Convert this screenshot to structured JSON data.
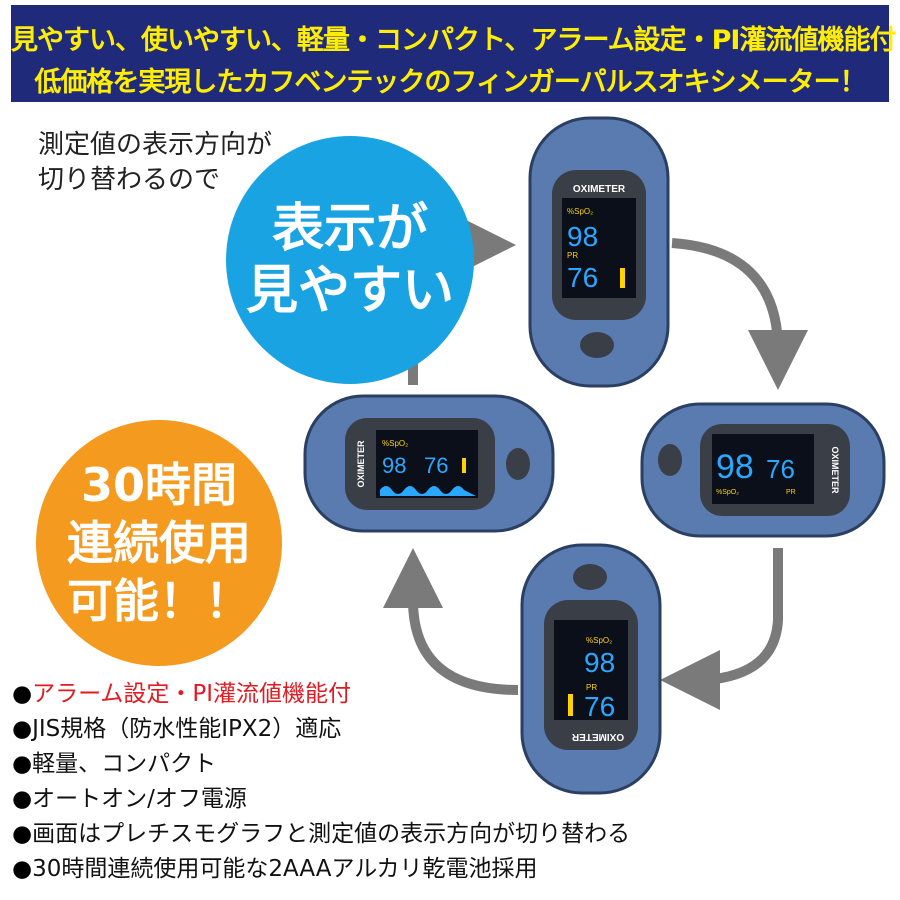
{
  "banner": {
    "line1": "見やすい、使いやすい、軽量・コンパクト、アラーム設定・PI灌流値機能付！",
    "line2": "低価格を実現したカフベンテックのフィンガーパルスオキシメーター！"
  },
  "note": {
    "line1": "測定値の表示方向が",
    "line2": "切り替わるので"
  },
  "badge_visibility": {
    "line1": "表示が",
    "line2": "見やすい"
  },
  "badge_battery": {
    "line1": "30時間",
    "line2": "連続使用",
    "line3": "可能！！"
  },
  "device": {
    "brand": "OXIMETER",
    "spo2_label": "%SpO₂",
    "pr_label": "PR",
    "spo2_value": "98",
    "pr_value": "76"
  },
  "features": {
    "bullet": "●",
    "items": [
      "アラーム設定・PI灌流値機能付",
      "JIS規格（防水性能IPX2）適応",
      "軽量、コンパクト",
      "オートオン/オフ電源",
      "画面はプレチスモグラフと測定値の表示方向が切り替わる",
      "30時間連続使用可能な2AAAアルカリ乾電池採用"
    ]
  },
  "colors": {
    "banner_bg": "#1f2a7a",
    "banner_text": "#ffee00",
    "badge_blue": "#1aa3e2",
    "badge_orange": "#f49a1e",
    "highlight_red": "#e21a22",
    "device_body": "#5a7bb0",
    "screen_digits": "#2aa8ff",
    "pulse_bar": "#ffd200"
  }
}
